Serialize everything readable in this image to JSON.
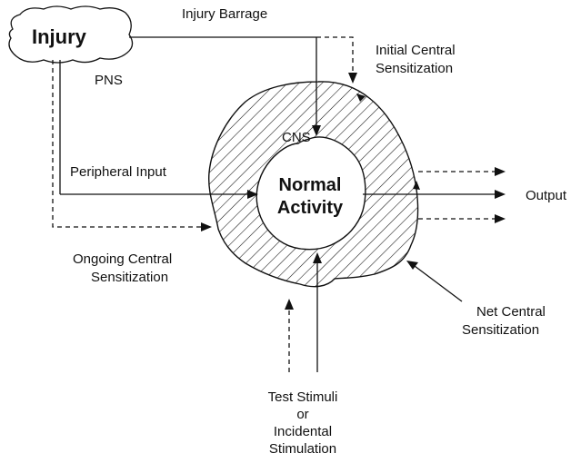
{
  "labels": {
    "injury": "Injury",
    "injury_barrage": "Injury Barrage",
    "initial_central_line1": "Initial Central",
    "initial_central_line2": "Sensitization",
    "pns": "PNS",
    "cns": "CNS",
    "peripheral_input": "Peripheral Input",
    "normal_line1": "Normal",
    "normal_line2": "Activity",
    "output": "Output",
    "ongoing_line1": "Ongoing Central",
    "ongoing_line2": "Sensitization",
    "net_line1": "Net Central",
    "net_line2": "Sensitization",
    "test_line1": "Test Stimuli",
    "test_line2": "or",
    "test_line3": "Incidental",
    "test_line4": "Stimulation"
  },
  "colors": {
    "ink": "#111111",
    "background": "#ffffff"
  }
}
